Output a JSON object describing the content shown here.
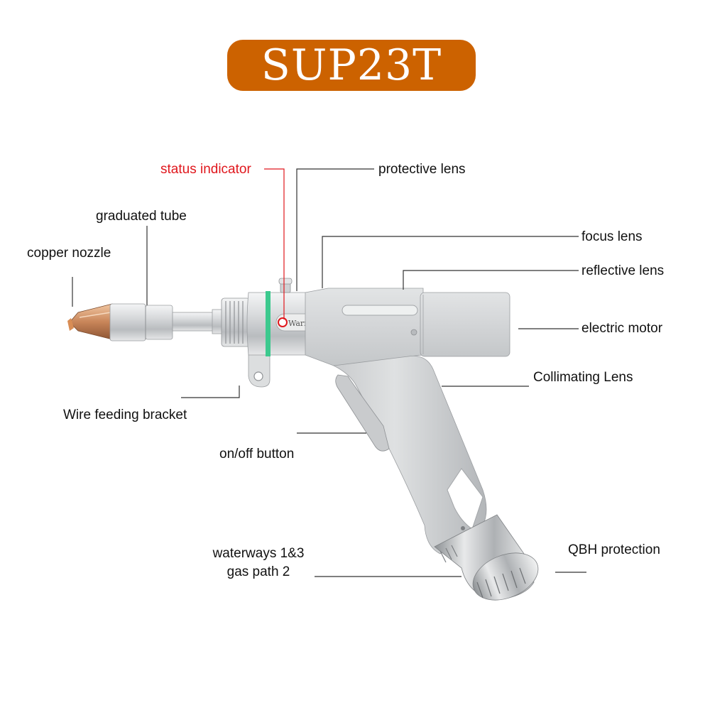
{
  "title": "SUP23T",
  "colors": {
    "badge": "#cc6200",
    "status_label": "#e0171d",
    "metal": "#d2d4d6",
    "copper": "#c9865a",
    "green_ring": "#3cc98e"
  },
  "engraving": "Warning",
  "labels": {
    "status_indicator": "status indicator",
    "protective_lens": "protective lens",
    "graduated_tube": "graduated tube",
    "copper_nozzle": "copper nozzle",
    "focus_lens": "focus lens",
    "reflective_lens": "reflective lens",
    "electric_motor": "electric motor",
    "collimating_lens": "Collimating Lens",
    "wire_feeding_bracket": "Wire feeding bracket",
    "onoff_button": "on/off button",
    "waterways_line1": "waterways 1&3",
    "waterways_line2": "gas path 2",
    "qbh_protection": "QBH protection"
  }
}
